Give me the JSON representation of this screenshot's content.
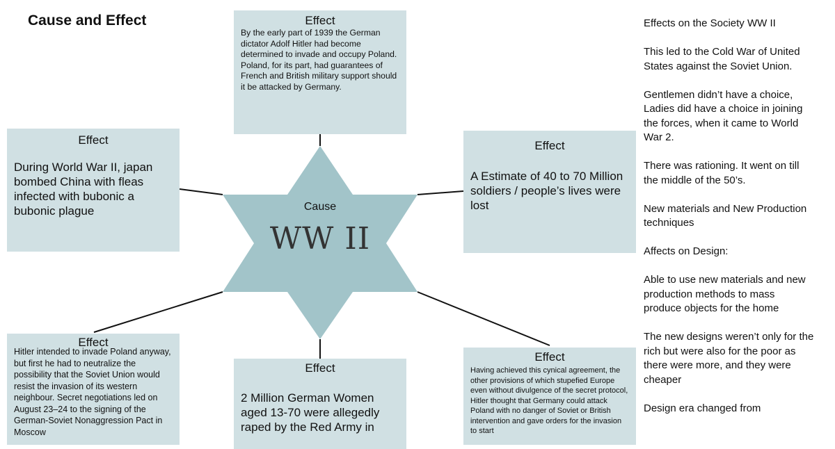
{
  "title": "Cause and Effect",
  "cause": {
    "label": "Cause",
    "name": "WW II"
  },
  "effects": [
    {
      "heading": "Effect",
      "text": "By the early part of 1939 the German dictator Adolf Hitler had become determined to invade and occupy Poland. Poland, for its part, had guarantees of French and British military support should it be attacked by Germany."
    },
    {
      "heading": "Effect",
      "text": "During World War II, japan bombed China with fleas infected with bubonic a bubonic plague"
    },
    {
      "heading": "Effect",
      "text": "A Estimate of 40 to 70 Million soldiers / people’s lives were lost"
    },
    {
      "heading": "Effect",
      "text": "Hitler intended to invade Poland anyway, but first he had to neutralize the possibility that the Soviet Union would resist the invasion of its western neighbour. Secret negotiations led on August 23–24 to the signing of the German-Soviet Nonaggression Pact in Moscow"
    },
    {
      "heading": "Effect",
      "text": "2 Million German Women aged 13-70 were allegedly raped by the Red Army in"
    },
    {
      "heading": "Effect",
      "text": "Having achieved this cynical agreement, the other provisions of which stupefied Europe even without divulgence of the secret protocol, Hitler thought that Germany could attack Poland with no danger of Soviet or British intervention and gave orders for the invasion to start"
    }
  ],
  "notes": [
    "Effects on the Society WW II",
    "This led to the Cold War of United States against the Soviet Union.",
    "Gentlemen didn’t have a choice, Ladies did have a choice  in joining the forces, when it came to World War 2.",
    "There was rationing. It went on till the middle of the 50’s.",
    "New materials and New Production techniques",
    "Affects on Design:",
    "Able to use new materials and new production methods to mass produce objects for the home",
    "The new designs weren’t only for the rich but were also for the poor as there were more, and they were cheaper",
    "Design era changed from"
  ],
  "colors": {
    "box": "#d0e0e3",
    "star": "#a2c4c9"
  }
}
